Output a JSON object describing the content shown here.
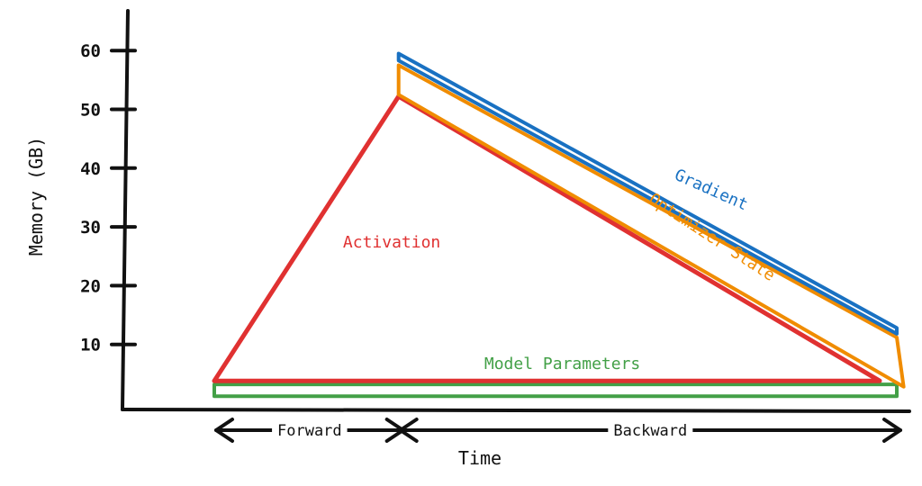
{
  "chart_data": {
    "type": "area",
    "title": "",
    "xlabel": "Time",
    "ylabel": "Memory (GB)",
    "yticks": [
      10,
      20,
      30,
      40,
      50,
      60
    ],
    "ylim": [
      0,
      65
    ],
    "xlim": [
      0,
      10
    ],
    "phases": [
      {
        "label": "Forward",
        "x_range": [
          0,
          2.7
        ]
      },
      {
        "label": "Backward",
        "x_range": [
          2.7,
          10
        ]
      }
    ],
    "series": [
      {
        "name": "Model Parameters",
        "color": "#43a047",
        "shape": "band",
        "points": [
          [
            0,
            1.2
          ],
          [
            10,
            1.2
          ],
          [
            10,
            3.2
          ],
          [
            0,
            3.2
          ]
        ]
      },
      {
        "name": "Activation",
        "color": "#e03131",
        "shape": "triangle",
        "points": [
          [
            0,
            3.8
          ],
          [
            2.7,
            52.2
          ],
          [
            9.75,
            3.8
          ]
        ]
      },
      {
        "name": "Optimizer State",
        "color": "#f08c00",
        "shape": "band",
        "points": [
          [
            2.7,
            57.5
          ],
          [
            10,
            11.2
          ],
          [
            10.1,
            2.8
          ],
          [
            2.7,
            52.5
          ]
        ]
      },
      {
        "name": "Gradient",
        "color": "#1971c2",
        "shape": "band",
        "points": [
          [
            2.7,
            59.5
          ],
          [
            10,
            12.8
          ],
          [
            10,
            11.8
          ],
          [
            2.7,
            58.3
          ]
        ]
      }
    ]
  }
}
